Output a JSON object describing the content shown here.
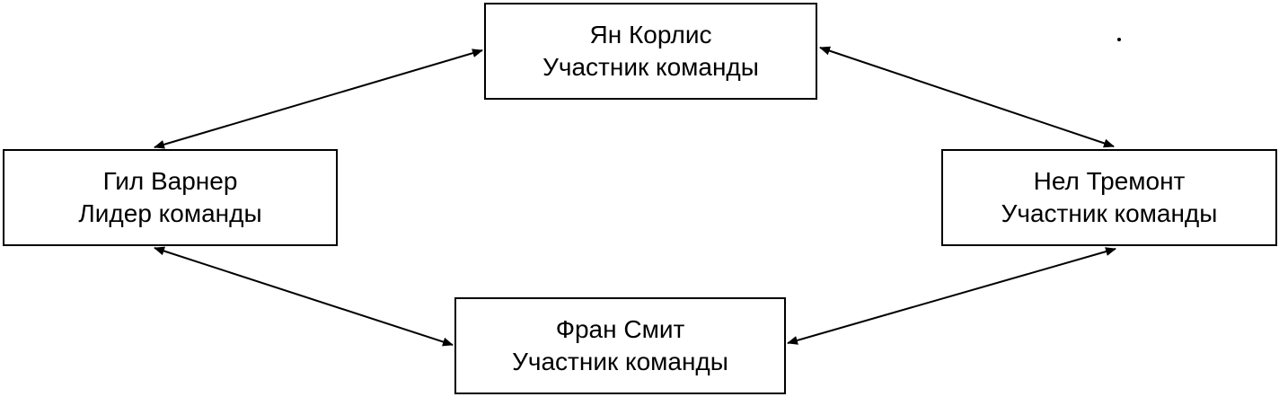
{
  "nodes": {
    "corlis": {
      "name": "Ян Корлис",
      "role": "Участник команды"
    },
    "warner": {
      "name": "Гил Варнер",
      "role": "Лидер команды"
    },
    "tremont": {
      "name": "Нел Тремонт",
      "role": "Участник команды"
    },
    "smith": {
      "name": "Фран Смит",
      "role": "Участник команды"
    }
  },
  "edges": [
    {
      "from": "warner",
      "to": "corlis",
      "direction": "both"
    },
    {
      "from": "corlis",
      "to": "tremont",
      "direction": "both"
    },
    {
      "from": "warner",
      "to": "smith",
      "direction": "both"
    },
    {
      "from": "smith",
      "to": "tremont",
      "direction": "both"
    }
  ],
  "colors": {
    "line": "#000000",
    "border": "#000000",
    "background": "#ffffff",
    "text": "#000000"
  }
}
